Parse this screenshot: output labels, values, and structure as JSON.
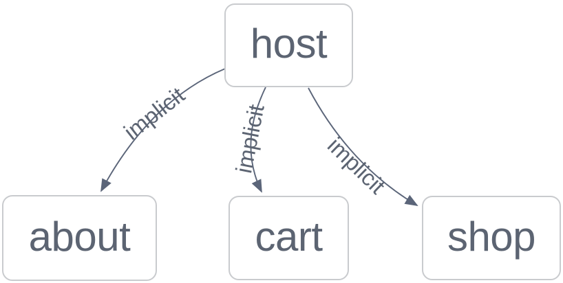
{
  "diagram": {
    "type": "graph",
    "nodes": [
      {
        "id": "host",
        "label": "host"
      },
      {
        "id": "about",
        "label": "about"
      },
      {
        "id": "cart",
        "label": "cart"
      },
      {
        "id": "shop",
        "label": "shop"
      }
    ],
    "edges": [
      {
        "from": "host",
        "to": "about",
        "label": "implicit"
      },
      {
        "from": "host",
        "to": "cart",
        "label": "implicit"
      },
      {
        "from": "host",
        "to": "shop",
        "label": "implicit"
      }
    ],
    "colors": {
      "background": "#ffffff",
      "node_fill": "#ffffff",
      "node_border": "#c9cbce",
      "node_text": "#5c6472",
      "edge": "#5b6579"
    }
  }
}
